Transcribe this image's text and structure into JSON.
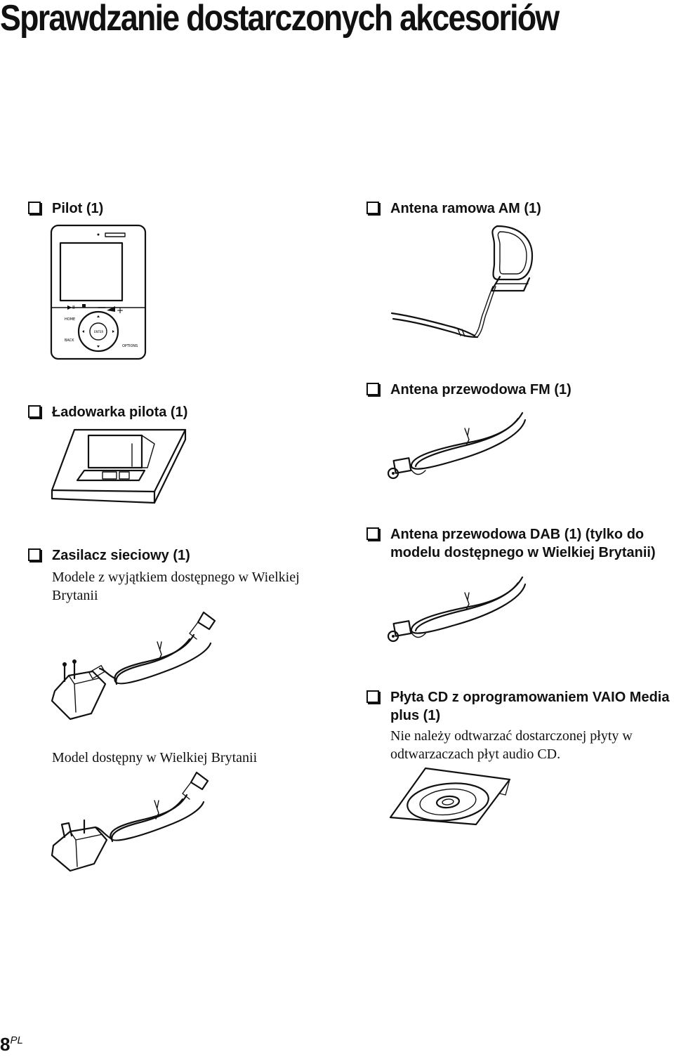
{
  "title": "Sprawdzanie dostarczonych akcesoriów",
  "items": {
    "remote": {
      "label": "Pilot (1)"
    },
    "am_antenna": {
      "label": "Antena ramowa AM (1)"
    },
    "charger": {
      "label": "Ładowarka pilota (1)"
    },
    "fm_antenna": {
      "label": "Antena przewodowa FM (1)"
    },
    "ac_adapter": {
      "label": "Zasilacz sieciowy (1)",
      "note1": "Modele z wyjątkiem dostępnego w Wielkiej Brytanii",
      "note2": "Model dostępny w Wielkiej Brytanii"
    },
    "dab_antenna": {
      "label": "Antena przewodowa DAB (1) (tylko do modelu dostępnego w Wielkiej Brytanii)"
    },
    "cd": {
      "label": "Płyta CD z oprogramowaniem VAIO Media plus (1)",
      "note": "Nie należy odtwarzać dostarczonej płyty w odtwarzaczach płyt audio CD."
    }
  },
  "remote_buttons": {
    "home": "HOME",
    "enter": "ENTER",
    "back": "BACK",
    "options": "OPTIONS"
  },
  "page": {
    "number": "8",
    "lang": "PL"
  }
}
